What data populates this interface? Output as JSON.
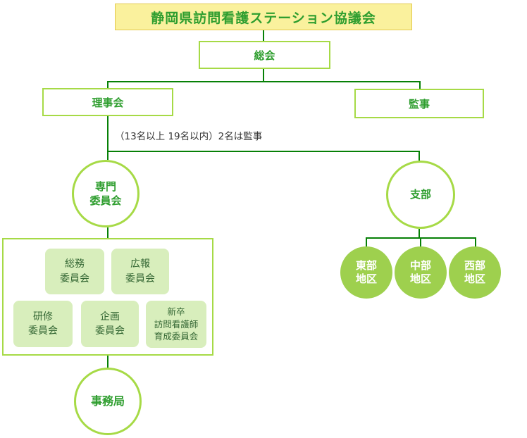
{
  "colors": {
    "title_bg": "#FAF19D",
    "title_border": "#E3C94E",
    "light_green_border": "#A6DA46",
    "connector_line": "#068006",
    "green_text": "#2F9E2F",
    "committee_bg": "#D8EEBC",
    "committee_text": "#336633",
    "district_bg": "#9ED04E",
    "district_text": "#FFFFFF",
    "note_text": "#333333"
  },
  "org": {
    "title": "静岡県訪問看護ステーション協議会",
    "general_assembly": "総会",
    "board": "理事会",
    "auditor": "監事",
    "board_note": "（13名以上 19名以内）2名は監事",
    "specialized_committee": {
      "lines": [
        "専門",
        "委員会"
      ]
    },
    "branch": "支部",
    "secretariat": "事務局",
    "committees": [
      {
        "lines": [
          "総務",
          "委員会"
        ]
      },
      {
        "lines": [
          "広報",
          "委員会"
        ]
      },
      {
        "lines": [
          "研修",
          "委員会"
        ]
      },
      {
        "lines": [
          "企画",
          "委員会"
        ]
      },
      {
        "lines": [
          "新卒",
          "訪問看護師",
          "育成委員会"
        ]
      }
    ],
    "districts": [
      {
        "lines": [
          "東部",
          "地区"
        ]
      },
      {
        "lines": [
          "中部",
          "地区"
        ]
      },
      {
        "lines": [
          "西部",
          "地区"
        ]
      }
    ]
  }
}
